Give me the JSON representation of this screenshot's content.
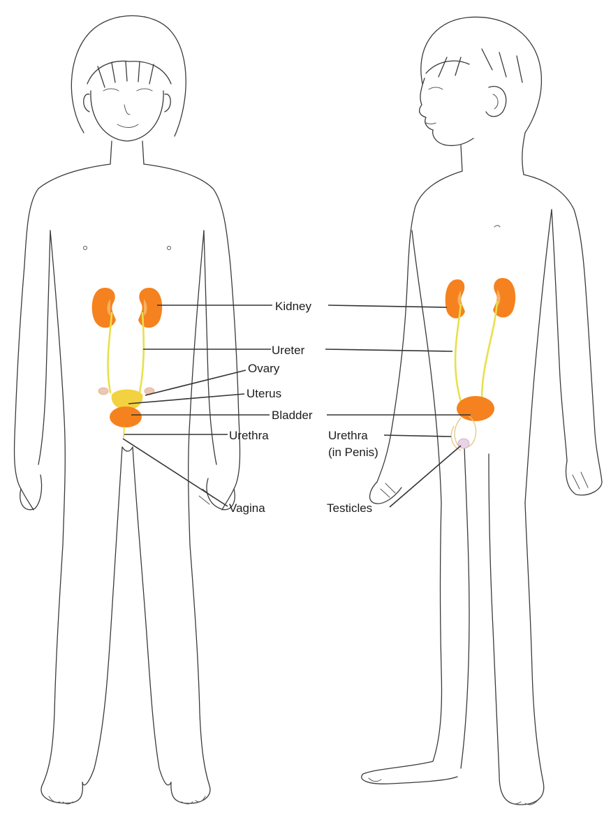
{
  "labels": {
    "kidney": "Kidney",
    "ureter": "Ureter",
    "ovary": "Ovary",
    "uterus": "Uterus",
    "bladder": "Bladder",
    "urethra_female": "Urethra",
    "vagina": "Vagina",
    "urethra_male_line1": "Urethra",
    "urethra_male_line2": "(in Penis)",
    "testicles": "Testicles"
  },
  "colors": {
    "kidney": "#f5821f",
    "bladder": "#f5821f",
    "ureter": "#e8e04a",
    "uterus": "#f2d240",
    "ovary": "#efc6b5",
    "testicles": "#e9d3e8"
  }
}
